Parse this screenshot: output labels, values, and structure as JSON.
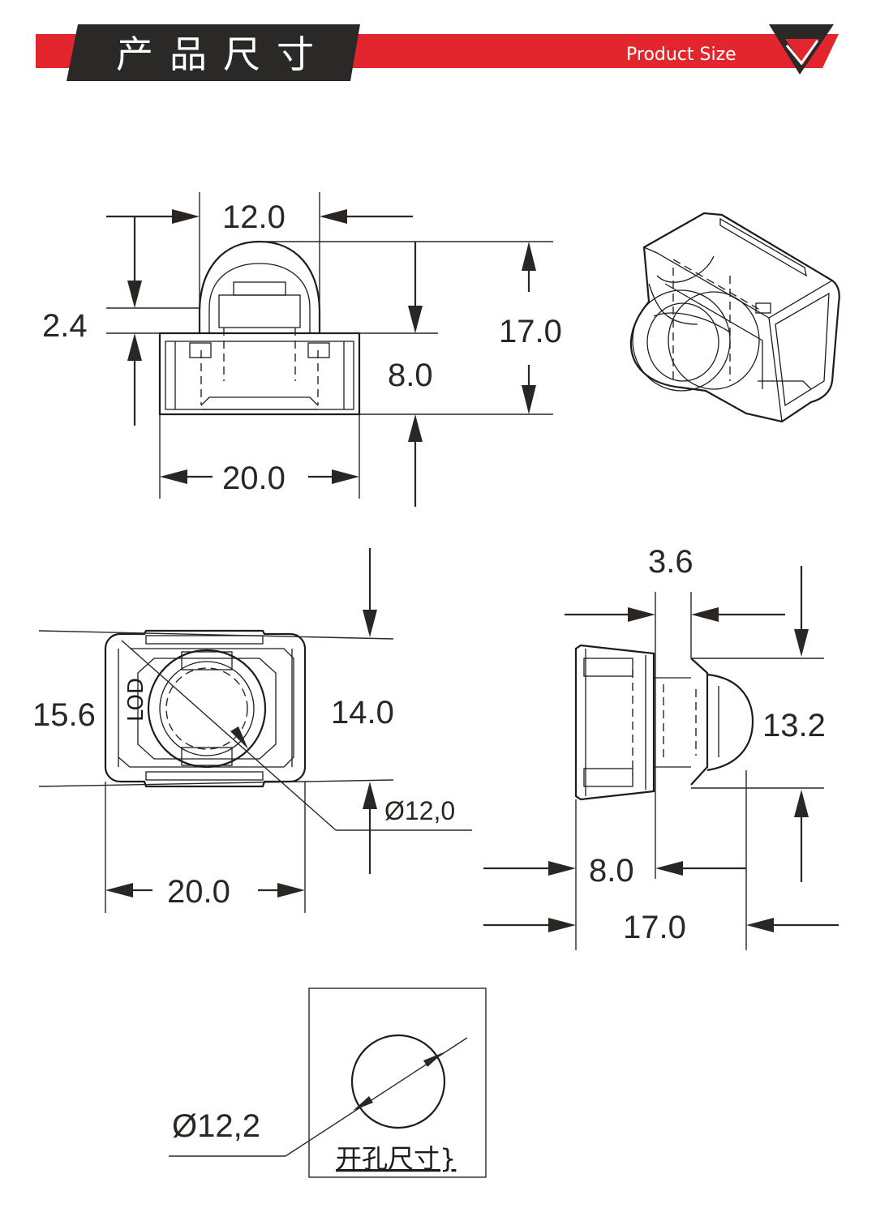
{
  "header": {
    "title_cn": "产品尺寸",
    "title_en": "Product Size",
    "colors": {
      "red": "#e3262d",
      "dark": "#2b2928"
    }
  },
  "front_view": {
    "lens_width": "12.0",
    "flange_height": "2.4",
    "total_height": "17.0",
    "body_height": "8.0",
    "body_width": "20.0"
  },
  "top_view": {
    "outer_height": "15.6",
    "inner_height": "14.0",
    "lens_diameter": "Ø12,0",
    "body_width": "20.0"
  },
  "side_view": {
    "lens_protrusion": "3.6",
    "lens_height": "13.2",
    "body_depth": "8.0",
    "total_depth": "17.0"
  },
  "cutout": {
    "diameter": "Ø12,2",
    "label": "开孔尺寸}"
  }
}
